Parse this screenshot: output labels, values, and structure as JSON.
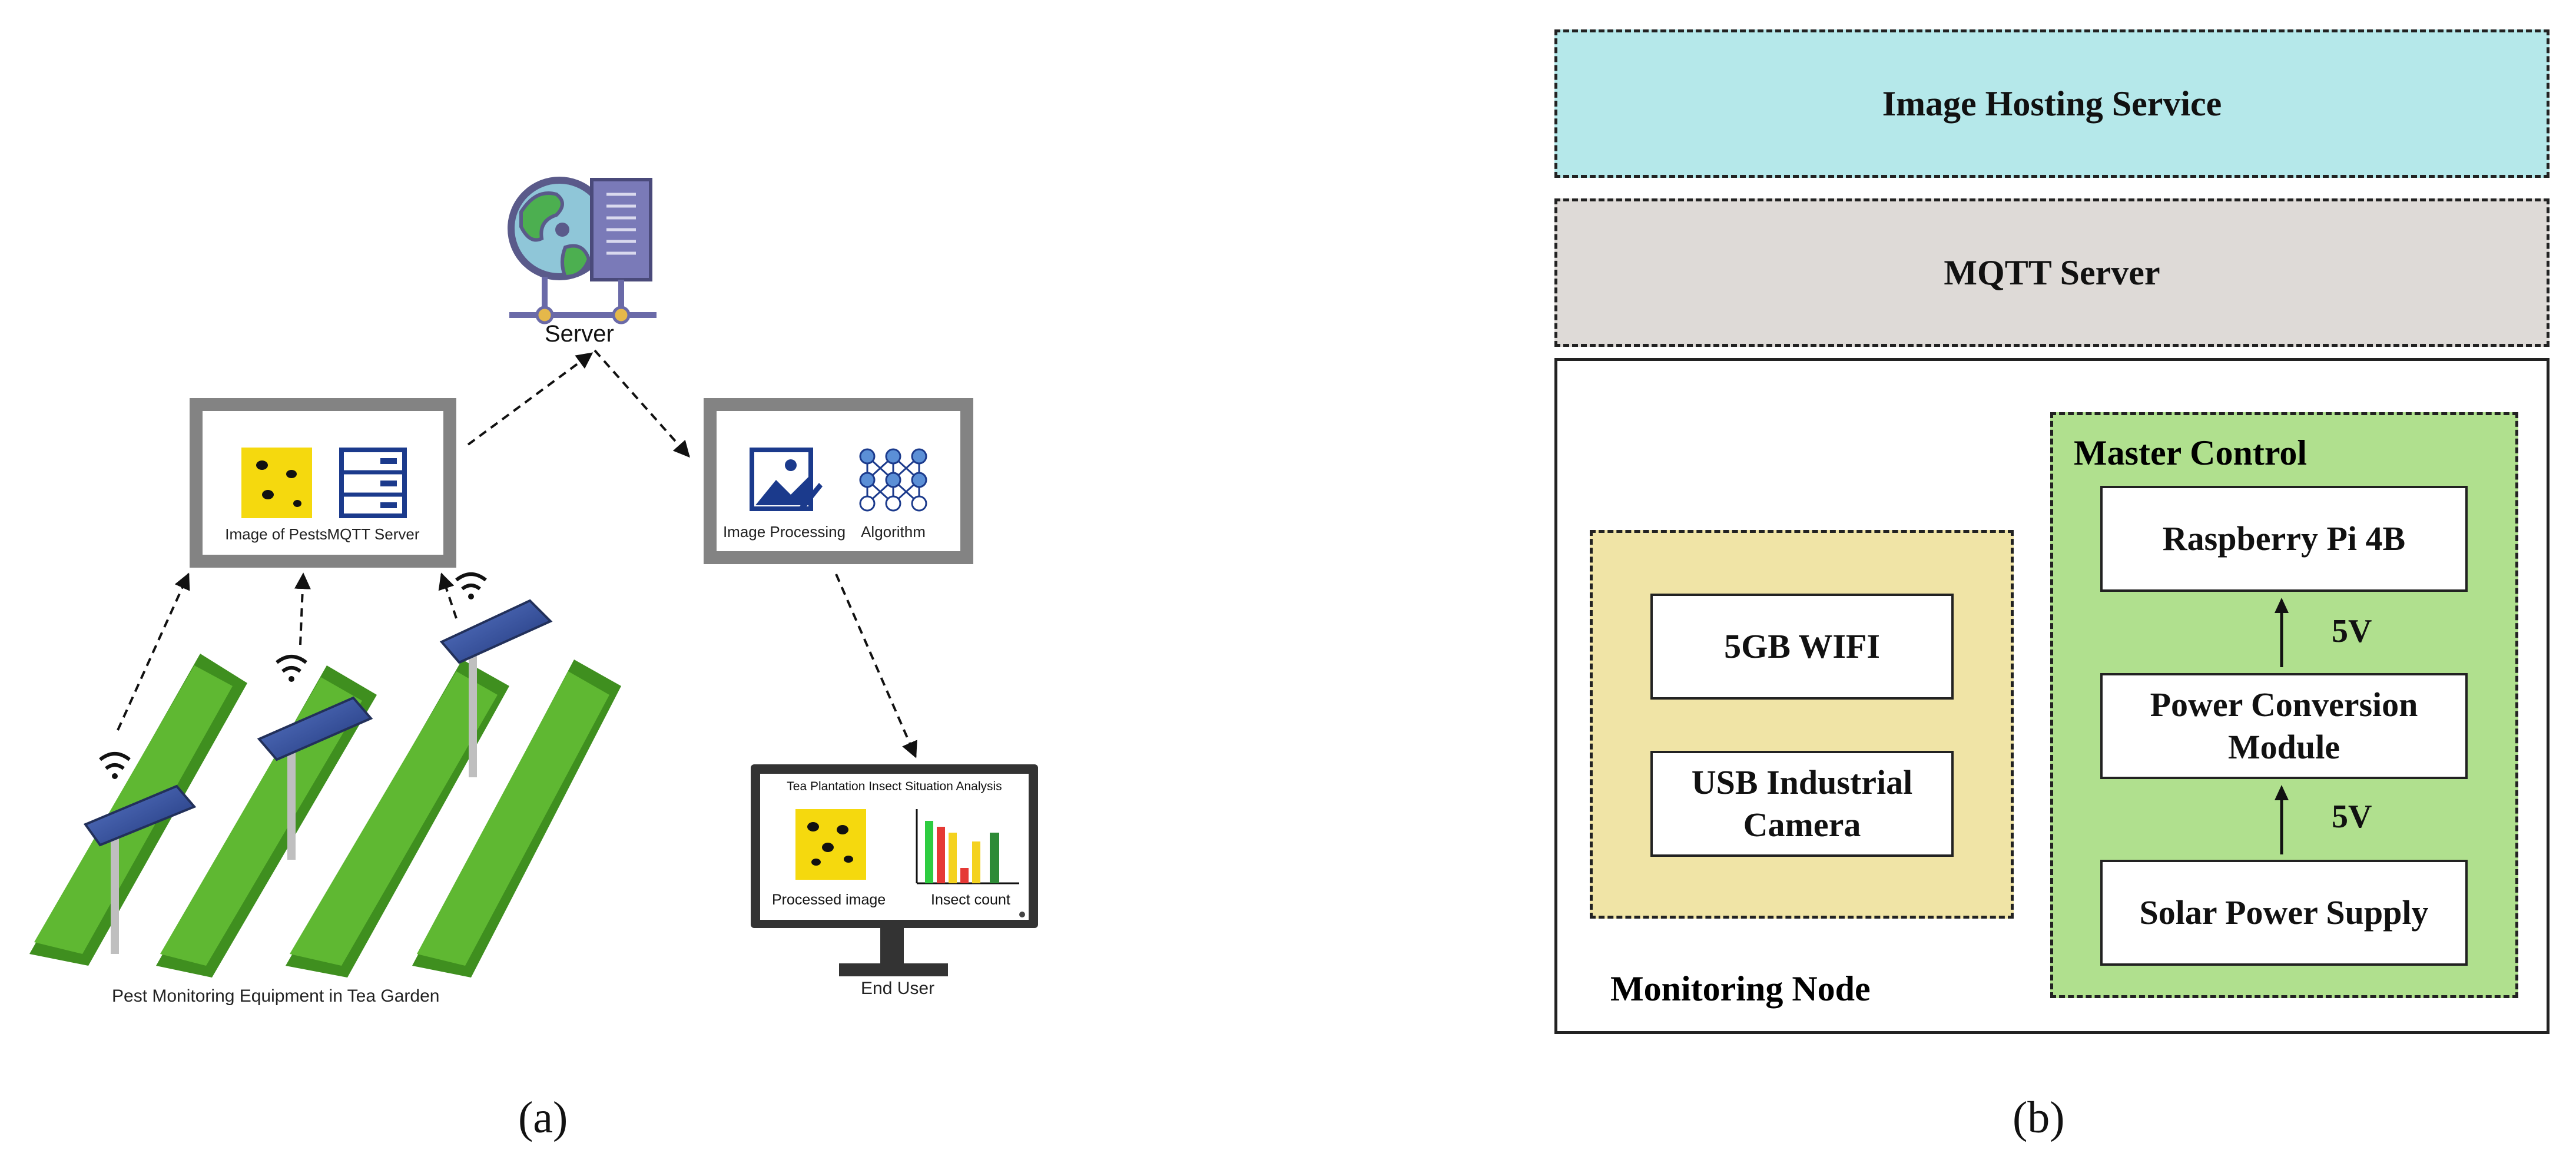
{
  "panel_a": {
    "server_label": "Server",
    "box1": {
      "icon1_label": "Image of Pests",
      "icon2_label": "MQTT Server"
    },
    "box2": {
      "icon1_label": "Image Processing",
      "icon2_label": "Algorithm"
    },
    "monitor": {
      "title": "Tea Plantation Insect Situation Analysis",
      "left_label": "Processed image",
      "right_label": "Insect count"
    },
    "end_user_label": "End User",
    "garden_caption": "Pest Monitoring Equipment in Tea Garden",
    "caption": "(a)"
  },
  "panel_b": {
    "image_hosting": "Image Hosting Service",
    "mqtt_server": "MQTT Server",
    "monitoring_node": "Monitoring Node",
    "master_control": "Master Control",
    "wifi": "5GB WIFI",
    "camera": "USB Industrial Camera",
    "raspberry": "Raspberry Pi 4B",
    "power_conversion": "Power Conversion Module",
    "solar": "Solar Power Supply",
    "voltage_1": "5V",
    "voltage_2": "5V",
    "caption": "(b)",
    "colors": {
      "image_hosting": "#b5e8ea",
      "mqtt": "#dedad7",
      "monitoring": "#f0e4a6",
      "master": "#b0e08e"
    }
  }
}
